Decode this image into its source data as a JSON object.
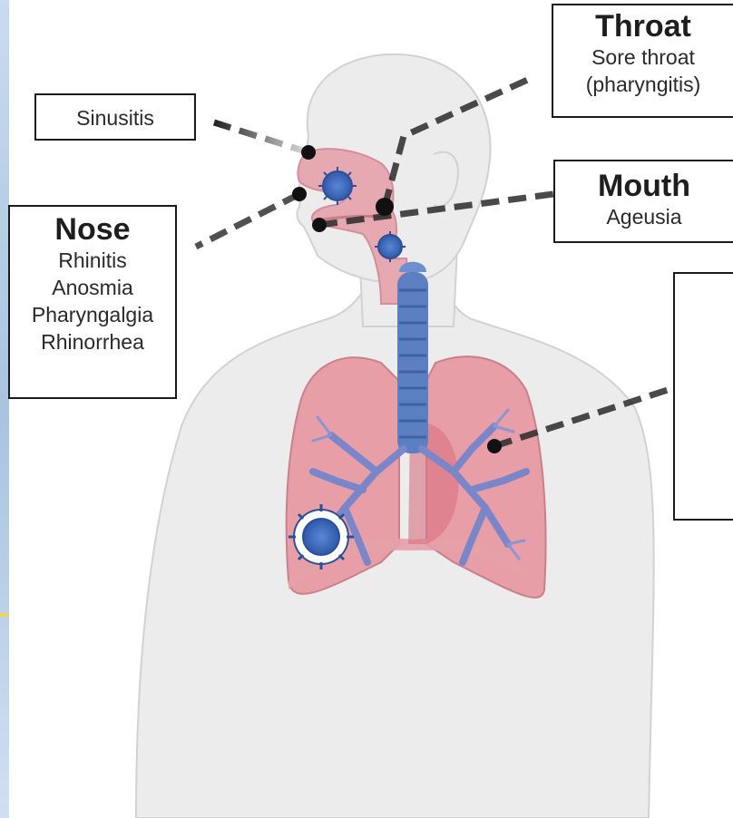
{
  "callouts": {
    "sinusitis": {
      "label": "Sinusitis"
    },
    "throat": {
      "heading": "Throat",
      "lines": [
        "Sore throat",
        "(pharyngitis)"
      ]
    },
    "mouth": {
      "heading": "Mouth",
      "lines": [
        "Ageusia"
      ]
    },
    "nose": {
      "heading": "Nose",
      "lines": [
        "Rhinitis",
        "Anosmia",
        "Pharyngalgia",
        "Rhinorrhea"
      ]
    },
    "lungs": {
      "heading": "",
      "lines": []
    }
  },
  "colors": {
    "body": "#e9e9e9",
    "outline": "#cfcfcf",
    "airway": "#e4a3ad",
    "lung": "#e08a96",
    "trachea": "#5b7fc0",
    "bronchi": "#7b86c6",
    "virus": "#3d66b8",
    "leader": "#1a1a1a"
  },
  "icons": [
    "virus-icon",
    "lung-icon",
    "trachea-icon"
  ]
}
